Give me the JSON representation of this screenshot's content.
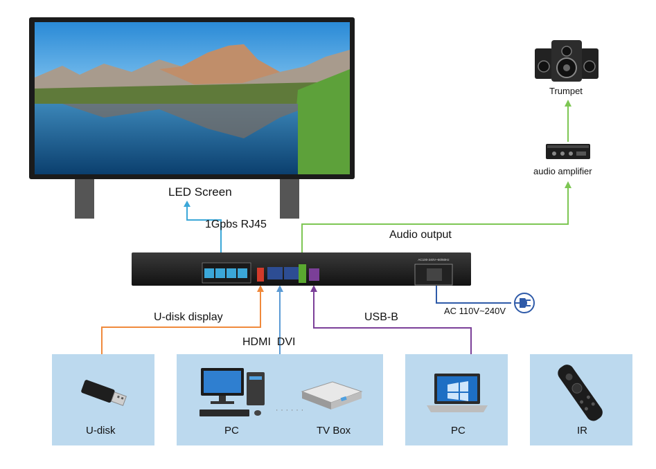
{
  "screen_label": "LED Screen",
  "rj45_label": "1Gpbs RJ45",
  "audio_output_label": "Audio output",
  "trumpet_label": "Trumpet",
  "amplifier_label": "audio amplifier",
  "power_label": "AC 110V~240V",
  "udisk_display_label": "U-disk display",
  "hdmi_dvi_label": "HDMI  DVI",
  "usbb_label": "USB-B",
  "device_label": "AC100-240V~50/60Hz",
  "sources": {
    "udisk": "U-disk",
    "pc1": "PC",
    "tvbox": "TV Box",
    "pc2": "PC",
    "ir": "IR"
  },
  "colors": {
    "rj45_line": "#3ba7d8",
    "audio_line": "#7dc653",
    "udisk_line": "#f0893b",
    "hdmi_line": "#5b9bd5",
    "usb_line": "#7b3f98",
    "power_line": "#2e5aa8",
    "panel_bg": "#bcd9ee"
  }
}
